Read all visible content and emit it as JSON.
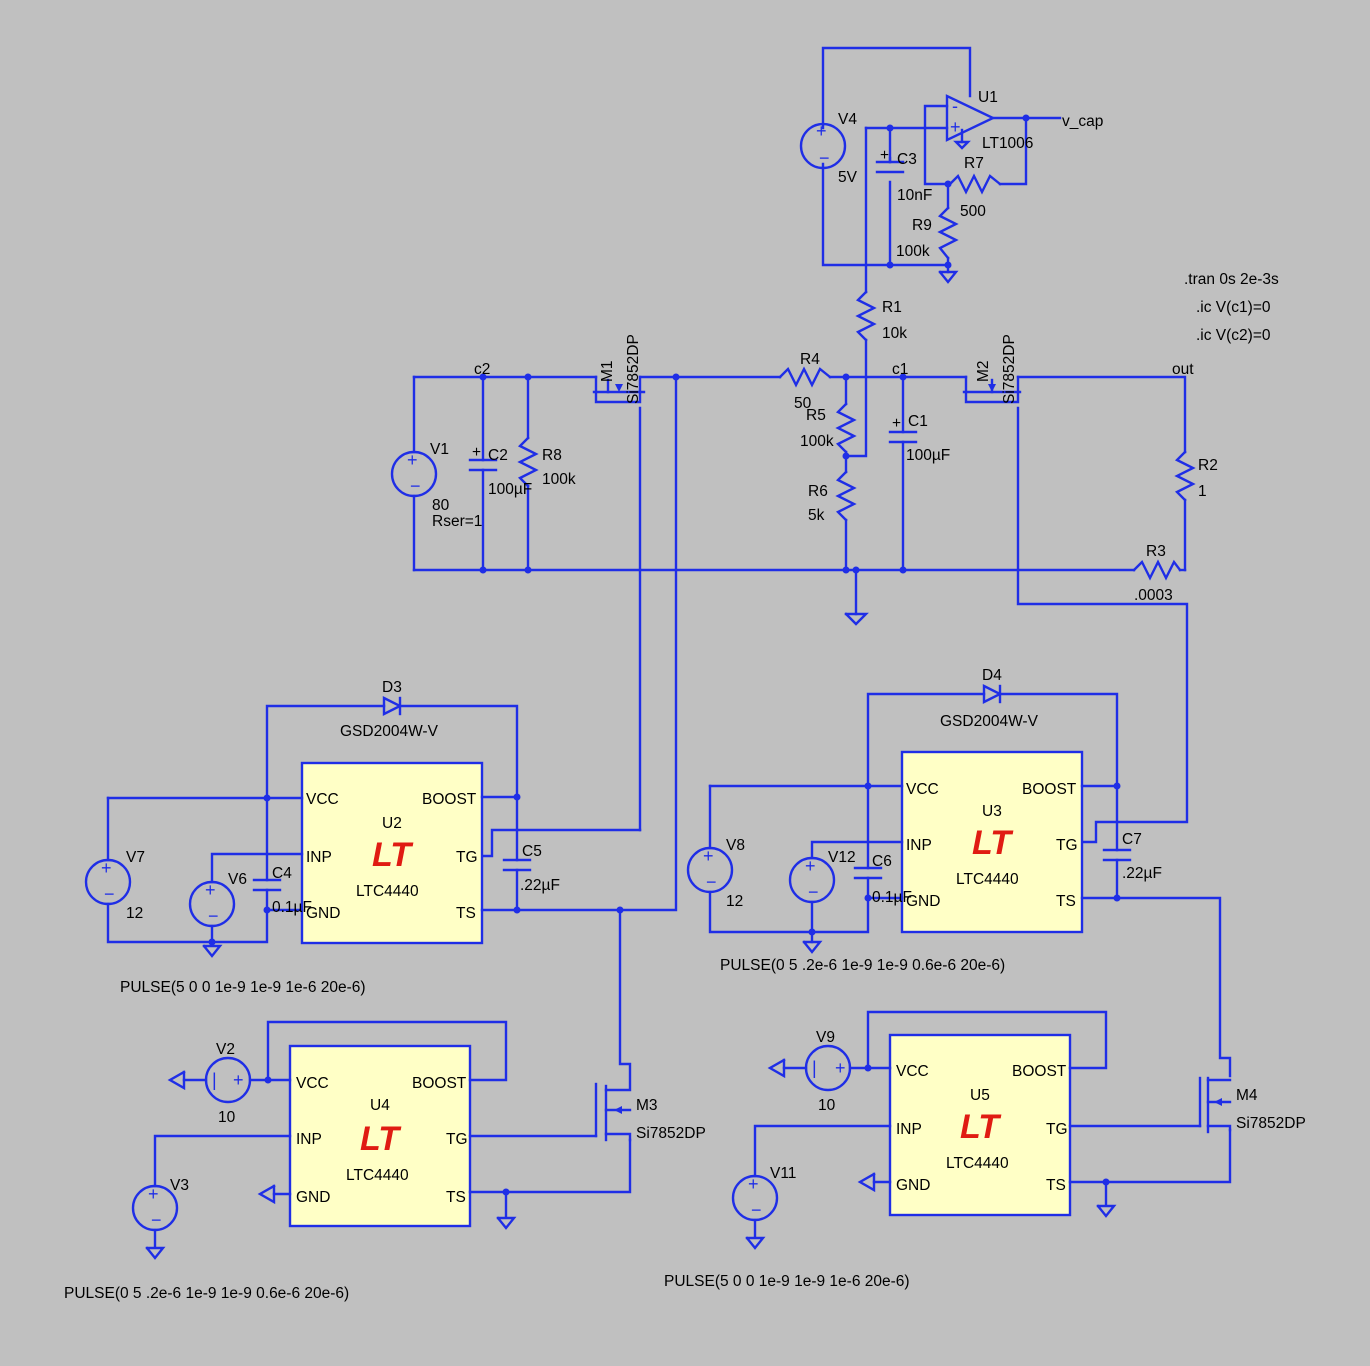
{
  "directives": [
    ".tran 0s 2e-3s",
    ".ic V(c1)=0",
    ".ic V(c2)=0"
  ],
  "nets": {
    "c1": "c1",
    "c2": "c2",
    "out": "out",
    "v_cap": "v_cap"
  },
  "opamp": {
    "ref": "U1",
    "part": "LT1006"
  },
  "sources": {
    "v1": {
      "ref": "V1",
      "value": "80",
      "extra": "Rser=1"
    },
    "v2": {
      "ref": "V2",
      "value": "10"
    },
    "v3": {
      "ref": "V3",
      "value": "PULSE(0 5 .2e-6 1e-9 1e-9 0.6e-6 20e-6)"
    },
    "v4": {
      "ref": "V4",
      "value": "5V"
    },
    "v6": {
      "ref": "V6",
      "value": "PULSE(5 0 0 1e-9 1e-9 1e-6 20e-6)"
    },
    "v7": {
      "ref": "V7",
      "value": "12"
    },
    "v8": {
      "ref": "V8",
      "value": "12"
    },
    "v9": {
      "ref": "V9",
      "value": "10"
    },
    "v11": {
      "ref": "V11",
      "value": "PULSE(5 0 0 1e-9 1e-9 1e-6 20e-6)"
    },
    "v12": {
      "ref": "V12",
      "value": "PULSE(0 5 .2e-6 1e-9 1e-9 0.6e-6 20e-6)"
    }
  },
  "resistors": {
    "r1": {
      "ref": "R1",
      "value": "10k"
    },
    "r2": {
      "ref": "R2",
      "value": "1"
    },
    "r3": {
      "ref": "R3",
      "value": ".0003"
    },
    "r4": {
      "ref": "R4",
      "value": "50"
    },
    "r5": {
      "ref": "R5",
      "value": "100k"
    },
    "r6": {
      "ref": "R6",
      "value": "5k"
    },
    "r7": {
      "ref": "R7",
      "value": "500"
    },
    "r8": {
      "ref": "R8",
      "value": "100k"
    },
    "r9": {
      "ref": "R9",
      "value": "100k"
    }
  },
  "capacitors": {
    "c1": {
      "ref": "C1",
      "value": "100µF"
    },
    "c2": {
      "ref": "C2",
      "value": "100µF"
    },
    "c3": {
      "ref": "C3",
      "value": "10nF"
    },
    "c4": {
      "ref": "C4",
      "value": "0.1µF"
    },
    "c5": {
      "ref": "C5",
      "value": ".22µF"
    },
    "c6": {
      "ref": "C6",
      "value": "0.1µF"
    },
    "c7": {
      "ref": "C7",
      "value": ".22µF"
    }
  },
  "mosfets": {
    "m1": {
      "ref": "M1",
      "part": "Si7852DP"
    },
    "m2": {
      "ref": "M2",
      "part": "Si7852DP"
    },
    "m3": {
      "ref": "M3",
      "part": "Si7852DP"
    },
    "m4": {
      "ref": "M4",
      "part": "Si7852DP"
    }
  },
  "diodes": {
    "d3": {
      "ref": "D3",
      "part": "GSD2004W-V"
    },
    "d4": {
      "ref": "D4",
      "part": "GSD2004W-V"
    }
  },
  "drivers": {
    "u2": {
      "ref": "U2",
      "part": "LTC4440"
    },
    "u3": {
      "ref": "U3",
      "part": "LTC4440"
    },
    "u4": {
      "ref": "U4",
      "part": "LTC4440"
    },
    "u5": {
      "ref": "U5",
      "part": "LTC4440"
    }
  },
  "pins": {
    "vcc": "VCC",
    "boost": "BOOST",
    "inp": "INP",
    "tg": "TG",
    "gnd": "GND",
    "ts": "TS"
  },
  "logo_text": "LT",
  "colors": {
    "wire": "#1f2ee6",
    "background": "#c0c0c0",
    "ic_fill": "#ffffc6",
    "logo": "#e01b12"
  }
}
